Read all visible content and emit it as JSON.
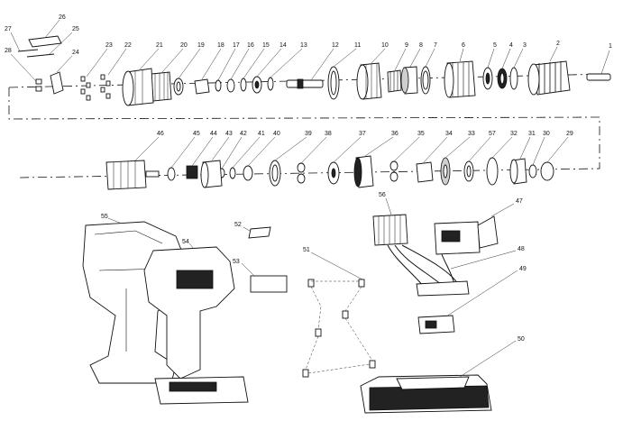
{
  "labels": {
    "p1": "1",
    "p2": "2",
    "p3": "3",
    "p4": "4",
    "p5": "5",
    "p6": "6",
    "p7": "7",
    "p8": "8",
    "p9": "9",
    "p10": "10",
    "p11": "11",
    "p12": "12",
    "p13": "13",
    "p14": "14",
    "p15": "15",
    "p16": "16",
    "p17": "17",
    "p18": "18",
    "p19": "19",
    "p20": "20",
    "p21": "21",
    "p22": "22",
    "p23": "23",
    "p24": "24",
    "p25": "25",
    "p26": "26",
    "p27": "27",
    "p28": "28",
    "p29": "29",
    "p30": "30",
    "p31": "31",
    "p32": "32",
    "p33": "33",
    "p34": "34",
    "p35": "35",
    "p36": "36",
    "p37": "37",
    "p38": "38",
    "p39": "39",
    "p40": "40",
    "p41": "41",
    "p42": "42",
    "p43": "43",
    "p44": "44",
    "p45": "45",
    "p46": "46",
    "p47": "47",
    "p48": "48",
    "p49": "49",
    "p50": "50",
    "p51": "51",
    "p52": "52",
    "p53": "53",
    "p54": "54",
    "p55": "55",
    "p56": "56",
    "p57": "57"
  },
  "colors": {
    "line": "#111111",
    "background": "#ffffff",
    "fill_dark": "#222222",
    "fill_grey": "#cfcfcf"
  }
}
